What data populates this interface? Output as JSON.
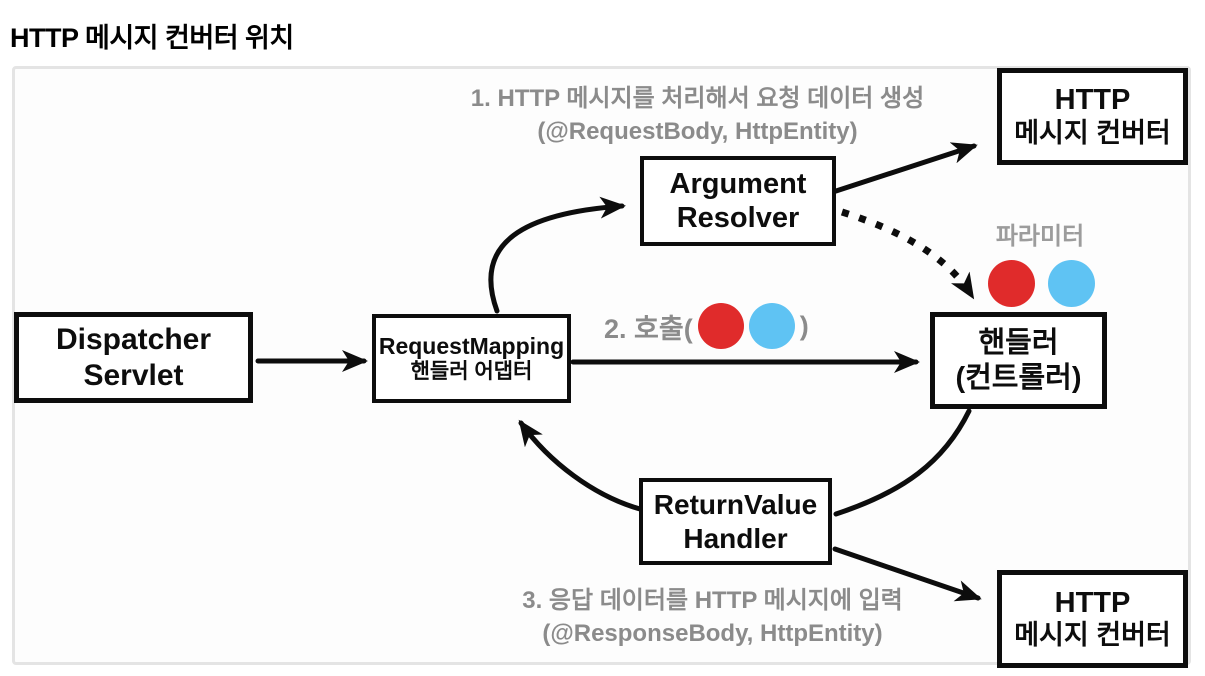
{
  "page": {
    "title": "HTTP 메시지 컨버터 위치"
  },
  "diagram": {
    "nodes": {
      "dispatcher_servlet": {
        "line1": "Dispatcher",
        "line2": "Servlet"
      },
      "request_mapping_adapter": {
        "line1": "RequestMapping",
        "line2": "핸들러 어댑터"
      },
      "argument_resolver": {
        "line1": "Argument",
        "line2": "Resolver"
      },
      "handler": {
        "line1": "핸들러",
        "line2": "(컨트롤러)"
      },
      "return_value_handler": {
        "line1": "ReturnValue",
        "line2": "Handler"
      },
      "http_message_converter_top": {
        "line1": "HTTP",
        "line2": "메시지 컨버터"
      },
      "http_message_converter_bottom": {
        "line1": "HTTP",
        "line2": "메시지 컨버터"
      }
    },
    "annotations": {
      "step1_line1": "1. HTTP 메시지를 처리해서 요청 데이터 생성",
      "step1_line2": "(@RequestBody, HttpEntity)",
      "step2_prefix": "2. 호출(",
      "step2_suffix": ")",
      "parameter_label": "파라미터",
      "step3_line1": "3. 응답 데이터를 HTTP 메시지에 입력",
      "step3_line2": "(@ResponseBody, HttpEntity)"
    },
    "colors": {
      "parameter_red": "#e02b2b",
      "parameter_blue": "#5fc3f3",
      "annotation_gray": "#8b8b8b",
      "parameter_label_gray": "#9c9c9c",
      "box_border_black": "#0d0d0d",
      "container_border_gray": "#e4e4e4"
    }
  }
}
